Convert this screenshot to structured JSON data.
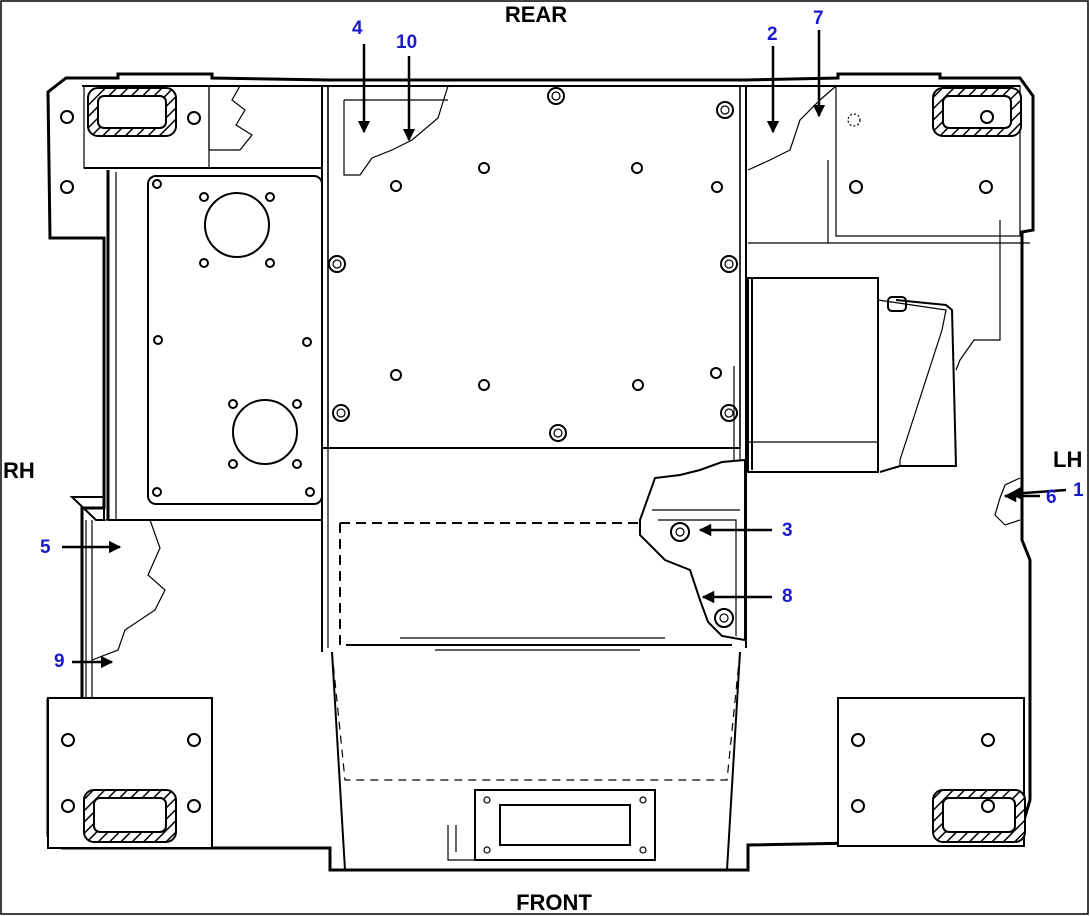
{
  "directions": {
    "rear": "REAR",
    "front": "FRONT",
    "right": "RH",
    "left": "LH"
  },
  "callouts": [
    {
      "id": "1",
      "label": "1"
    },
    {
      "id": "2",
      "label": "2"
    },
    {
      "id": "3",
      "label": "3"
    },
    {
      "id": "4",
      "label": "4"
    },
    {
      "id": "5",
      "label": "5"
    },
    {
      "id": "6",
      "label": "6"
    },
    {
      "id": "7",
      "label": "7"
    },
    {
      "id": "8",
      "label": "8"
    },
    {
      "id": "9",
      "label": "9"
    },
    {
      "id": "10",
      "label": "10"
    }
  ],
  "colors": {
    "callout": "#1a1acc",
    "line": "#000000",
    "background": "#ffffff"
  }
}
